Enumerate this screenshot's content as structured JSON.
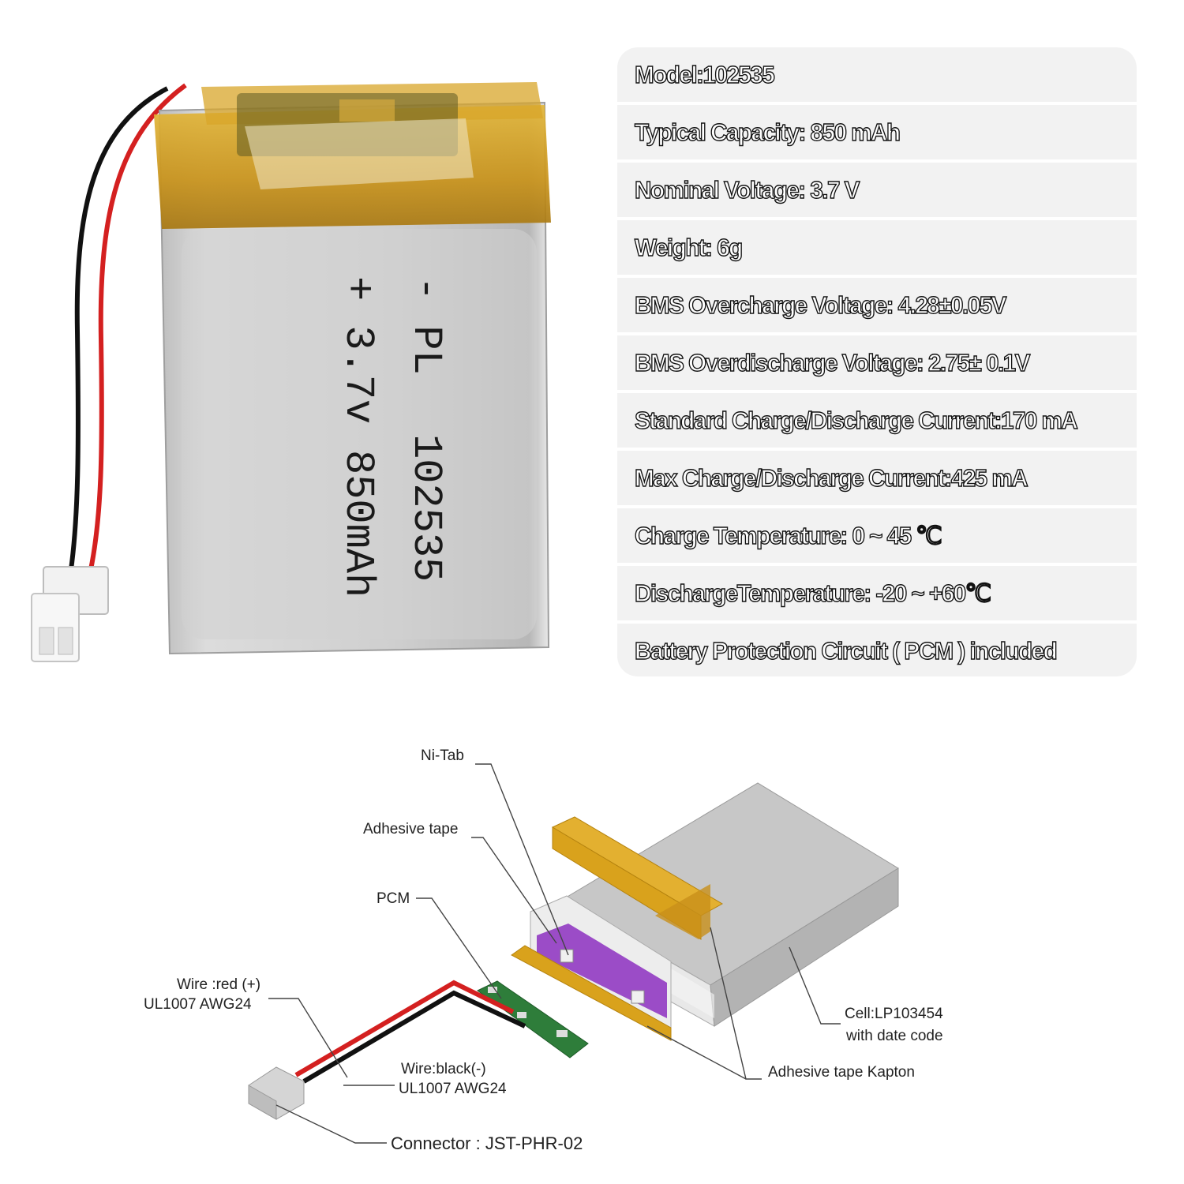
{
  "battery_label": {
    "polarity": "- PL",
    "model": "102535",
    "voltage": "+ 3.7v",
    "capacity": "850mAh"
  },
  "specs": [
    "Model:102535",
    "Typical Capacity: 850 mAh",
    "Nominal Voltage: 3.7 V",
    "Weight: 6g",
    "BMS Overcharge Voltage: 4.28±0.05V",
    "BMS Overdischarge Voltage: 2.75± 0.1V",
    "Standard Charge/Discharge Current:170 mA",
    "Max Charge/Discharge Current:425 mA",
    "Charge Temperature: 0 ~ 45 ℃",
    "DischargeTemperature: -20 ~ +60℃",
    "Battery Protection Circuit ( PCM ) included"
  ],
  "diagram": {
    "ni_tab": "Ni-Tab",
    "adhesive_tape": "Adhesive tape",
    "pcm": "PCM",
    "wire_red_line1": "Wire :red (+)",
    "wire_red_line2": "UL1007 AWG24",
    "wire_black_line1": "Wire:black(-)",
    "wire_black_line2": "UL1007 AWG24",
    "cell_line1": "Cell:LP103454",
    "cell_line2": "with date code",
    "kapton": "Adhesive tape Kapton",
    "connector": "Connector : JST-PHR-02"
  },
  "colors": {
    "kapton_tape": "#d9a21c",
    "cell_silver": "#cfcfcf",
    "wire_red": "#d42020",
    "wire_black": "#111111",
    "pcm_board": "#2e7d3a",
    "pcm_purple": "#8c2fbf",
    "spec_panel": "#f2f2f2"
  }
}
